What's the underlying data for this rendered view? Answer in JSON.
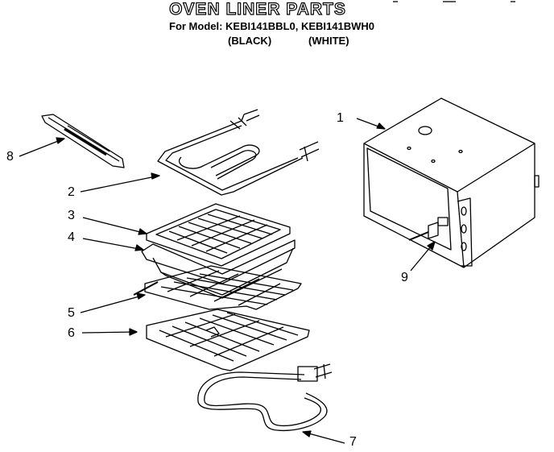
{
  "header": {
    "title": "OVEN LINER PARTS",
    "model_line": "For Model: KEBI141BBL0, KEBI141BWH0",
    "variant_black": "(BLACK)",
    "variant_white": "(WHITE)"
  },
  "callouts": {
    "c1": "1",
    "c2": "2",
    "c3": "3",
    "c4": "4",
    "c5": "5",
    "c6": "6",
    "c7": "7",
    "c8": "8",
    "c9": "9"
  },
  "colors": {
    "ink": "#000000",
    "paper": "#ffffff"
  }
}
